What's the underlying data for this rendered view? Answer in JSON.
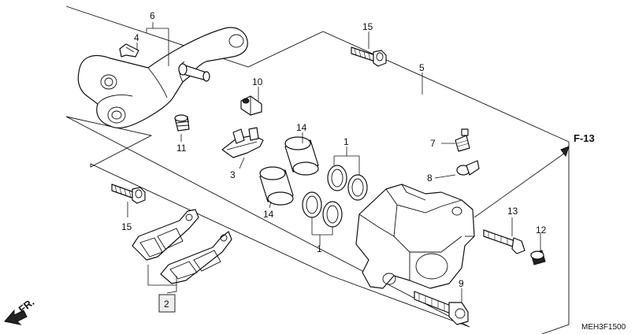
{
  "diagram_code": "MEH3F1500",
  "direction_label": "FR.",
  "reference_label": "F-13",
  "callouts": {
    "c1_top": "1",
    "c1_bottom": "1",
    "c2": "2",
    "c3": "3",
    "c4": "4",
    "c5": "5",
    "c6": "6",
    "c7": "7",
    "c8": "8",
    "c9": "9",
    "c10": "10",
    "c11": "11",
    "c12": "12",
    "c13": "13",
    "c14_top": "14",
    "c14_bottom": "14",
    "c15_top": "15",
    "c15_bottom": "15"
  },
  "colors": {
    "line": "#111111",
    "background": "#ffffff",
    "box_fill": "#eeeeee"
  }
}
